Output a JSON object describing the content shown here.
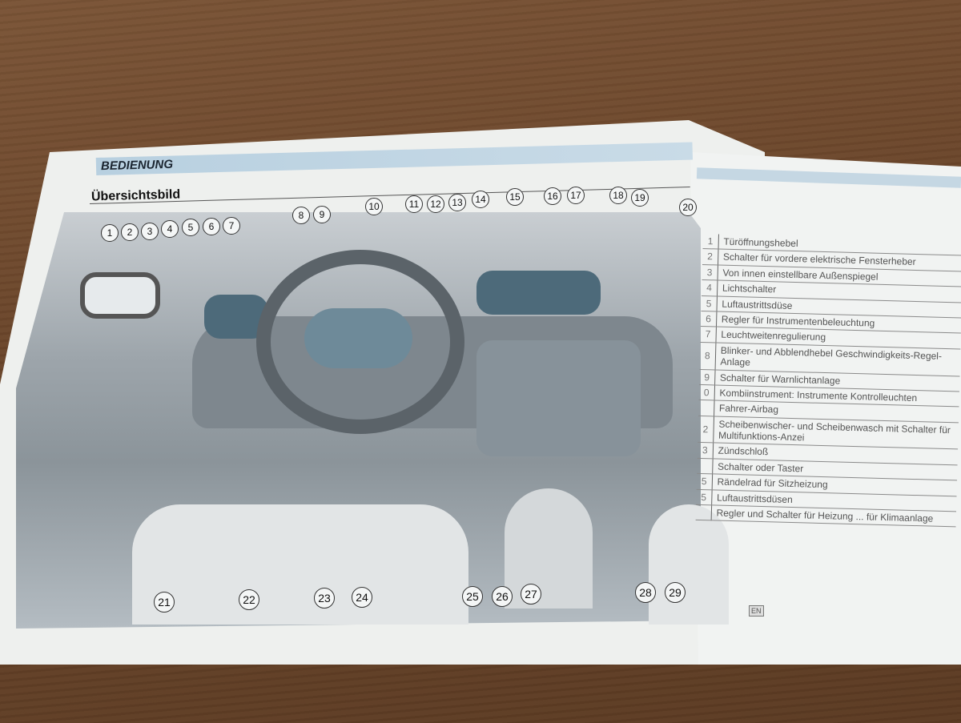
{
  "header": {
    "section": "BEDIENUNG",
    "title": "Übersichtsbild"
  },
  "callouts": {
    "top": [
      "1",
      "2",
      "3",
      "4",
      "5",
      "6",
      "7",
      "8",
      "9",
      "10",
      "11",
      "12",
      "13",
      "14",
      "15",
      "16",
      "17",
      "18",
      "19",
      "20"
    ],
    "bottom": [
      "21",
      "22",
      "23",
      "24",
      "25",
      "26",
      "27",
      "28",
      "29"
    ]
  },
  "legend": [
    {
      "n": "1",
      "text": "Türöffnungshebel"
    },
    {
      "n": "2",
      "text": "Schalter für vordere elektrische Fensterheber"
    },
    {
      "n": "3",
      "text": "Von innen einstellbare Außenspiegel"
    },
    {
      "n": "4",
      "text": "Lichtschalter"
    },
    {
      "n": "5",
      "text": "Luftaustrittsdüse"
    },
    {
      "n": "6",
      "text": "Regler für Instrumentenbeleuchtung"
    },
    {
      "n": "7",
      "text": "Leuchtweitenregulierung"
    },
    {
      "n": "8",
      "text": "Blinker- und Abblendhebel Geschwindigkeits-Regel-Anlage"
    },
    {
      "n": "9",
      "text": "Schalter für Warnlichtanlage"
    },
    {
      "n": "0",
      "text": "Kombiinstrument: Instrumente Kontrolleuchten"
    },
    {
      "n": "",
      "text": "Fahrer-Airbag"
    },
    {
      "n": "2",
      "text": "Scheibenwischer- und Scheibenwasch mit Schalter für Multifunktions-Anzei"
    },
    {
      "n": "3",
      "text": "Zündschloß"
    },
    {
      "n": "",
      "text": "Schalter oder Taster"
    },
    {
      "n": "5",
      "text": "Rändelrad für Sitzheizung"
    },
    {
      "n": "5",
      "text": "Luftaustrittsdüsen"
    },
    {
      "n": "",
      "text": "Regler und Schalter für Heizung ... für Klimaanlage"
    }
  ],
  "page_tab": "EN"
}
